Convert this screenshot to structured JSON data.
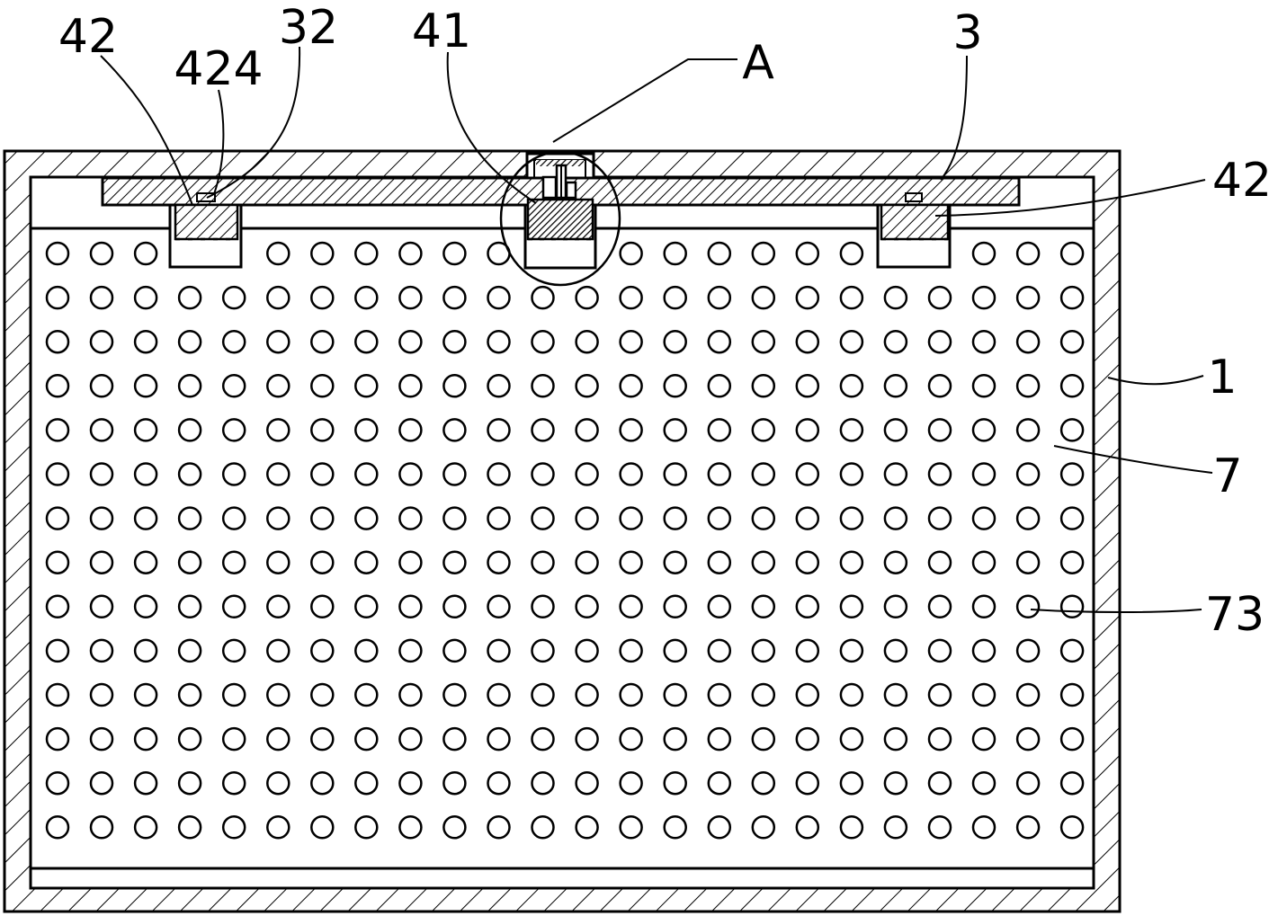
{
  "figure": {
    "callouts": {
      "label_42_left": "42",
      "label_424": "424",
      "label_32": "32",
      "label_41": "41",
      "label_A": "A",
      "label_3": "3",
      "label_42_right": "42",
      "label_1": "1",
      "label_7": "7",
      "label_73": "73"
    },
    "hole_grid": {
      "rows": 14,
      "columns": 24
    },
    "colors": {
      "line": "#000000",
      "background": "#ffffff"
    }
  }
}
